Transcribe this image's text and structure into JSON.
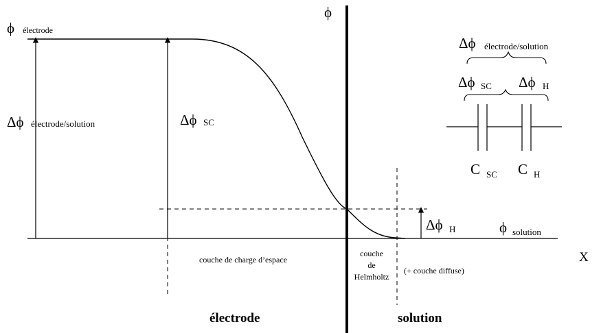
{
  "labels": {
    "phi_axis": "ϕ",
    "phi_electrode_symbol": "ϕ",
    "phi_electrode_sub": "électrode",
    "delta_phi_es_symbol": "Δϕ",
    "delta_phi_es_sub": "électrode/solution",
    "delta_phi_sc_symbol": "Δϕ",
    "delta_phi_sc_sub": "SC",
    "delta_phi_h_symbol": "Δϕ",
    "delta_phi_h_sub": "H",
    "phi_solution_symbol": "ϕ",
    "phi_solution_sub": "solution",
    "x_axis": "X",
    "space_charge_layer": "couche de charge d’espace",
    "helmholtz_line1": "couche",
    "helmholtz_line2": "de",
    "helmholtz_line3": "Helmholtz",
    "diffuse_layer": "(+ couche diffuse)",
    "electrode_region": "électrode",
    "solution_region": "solution"
  },
  "circuit": {
    "top_symbol": "Δϕ",
    "top_sub": "électrode/solution",
    "sc_symbol": "Δϕ",
    "sc_sub": "SC",
    "h_symbol": "Δϕ",
    "h_sub": "H",
    "c_sc_symbol": "C",
    "c_sc_sub": "SC",
    "c_h_symbol": "C",
    "c_h_sub": "H"
  }
}
